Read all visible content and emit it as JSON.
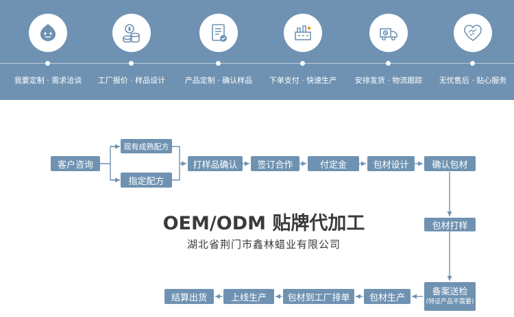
{
  "top_steps": [
    {
      "label": "我要定制 · 需求洽谈",
      "icon": "chat-bubble-icon"
    },
    {
      "label": "工厂报价 · 样品设计",
      "icon": "coins-icon"
    },
    {
      "label": "产品定制 · 确认样品",
      "icon": "document-check-icon"
    },
    {
      "label": "下单支付 · 快速生产",
      "icon": "factory-icon"
    },
    {
      "label": "安排发货 · 物流跟踪",
      "icon": "delivery-truck-icon"
    },
    {
      "label": "无忧售后 · 贴心服务",
      "icon": "heart-handshake-icon"
    }
  ],
  "flow": {
    "consult": "客户咨询",
    "existing_formula": "现有成熟配方",
    "custom_formula": "指定配方",
    "sample_confirm": "打样品确认",
    "sign_contract": "签订合作",
    "deposit": "付定金",
    "package_design": "包材设计",
    "confirm_package": "确认包材",
    "package_proof": "包材打样",
    "record_inspection": "备案送检",
    "record_note": "(特证产品不需要)",
    "package_production": "包材生产",
    "package_to_factory": "包材到工厂排单",
    "online_production": "上线生产",
    "settle_ship": "结算出货"
  },
  "title": "OEM/ODM 贴牌代加工",
  "subtitle": "湖北省荆门市鑫林蜡业有限公司",
  "colors": {
    "banner": "#6f92b2",
    "box": "#6f92b2",
    "line": "#6f92b2",
    "title": "#3a3a3a"
  }
}
